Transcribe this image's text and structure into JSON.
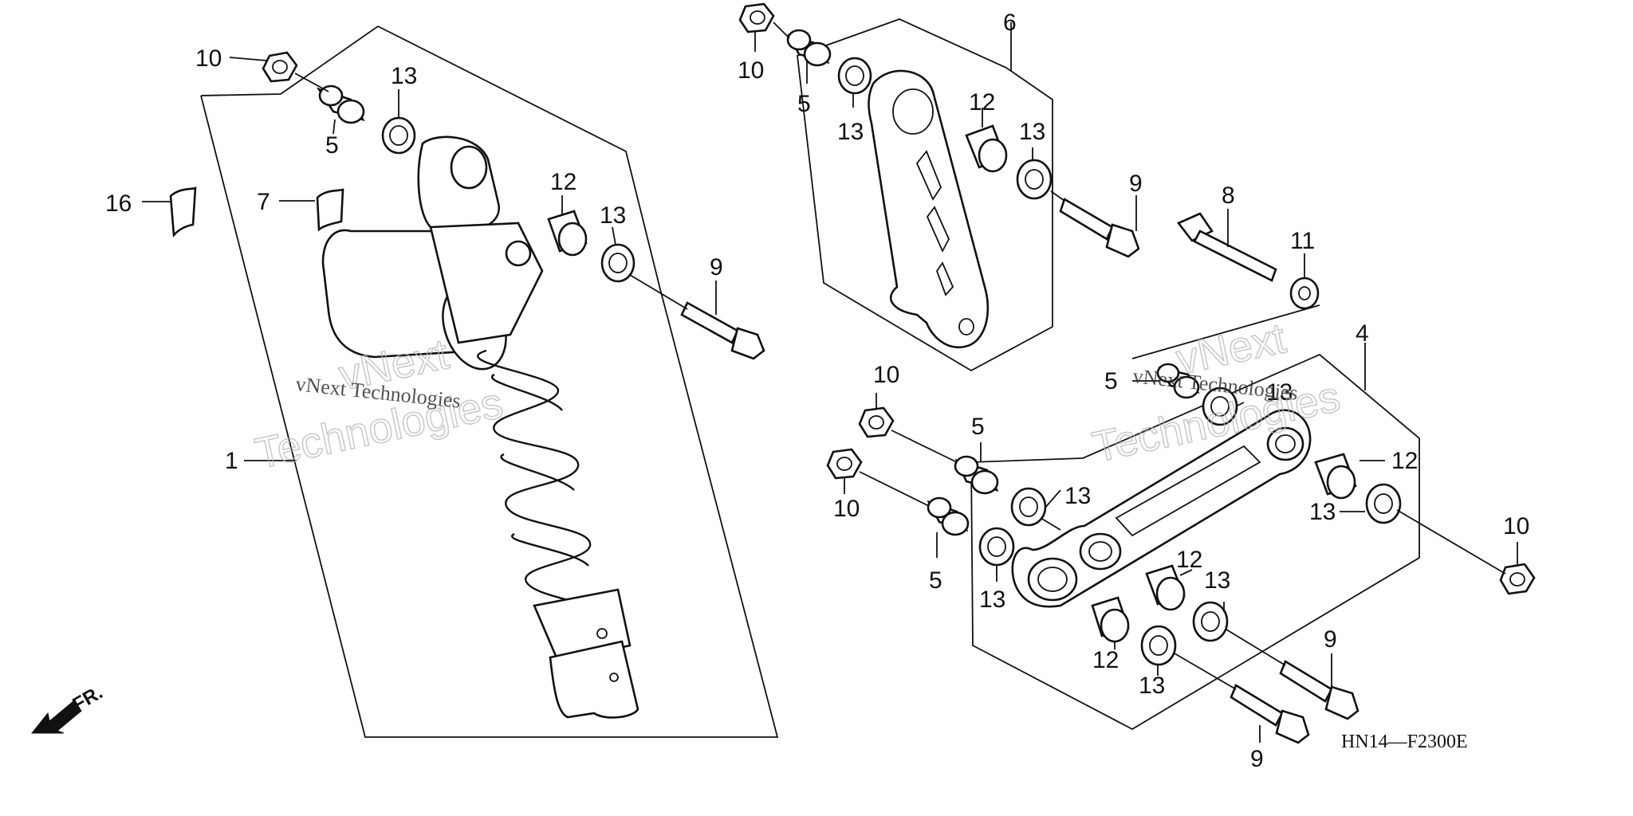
{
  "diagram": {
    "callouts": {
      "c1": "1",
      "c4": "4",
      "c5a": "5",
      "c5b": "5",
      "c5c": "5",
      "c5d": "5",
      "c5e": "5",
      "c6": "6",
      "c7": "7",
      "c8": "8",
      "c9a": "9",
      "c9b": "9",
      "c9c": "9",
      "c9d": "9",
      "c10a": "10",
      "c10b": "10",
      "c10c": "10",
      "c10d": "10",
      "c10e": "10",
      "c11": "11",
      "c12a": "12",
      "c12b": "12",
      "c12c": "12",
      "c12d": "12",
      "c12e": "12",
      "c13a": "13",
      "c13b": "13",
      "c13c": "13",
      "c13d": "13",
      "c13e": "13",
      "c13f": "13",
      "c13g": "13",
      "c13h": "13",
      "c13i": "13",
      "c13j": "13",
      "c16": "16"
    },
    "direction_label": "FR.",
    "diagram_code": "HN14—F2300E",
    "watermark": {
      "small": "vNext Technologies",
      "big_line1": "vNext",
      "big_line2": "Technologies"
    }
  }
}
